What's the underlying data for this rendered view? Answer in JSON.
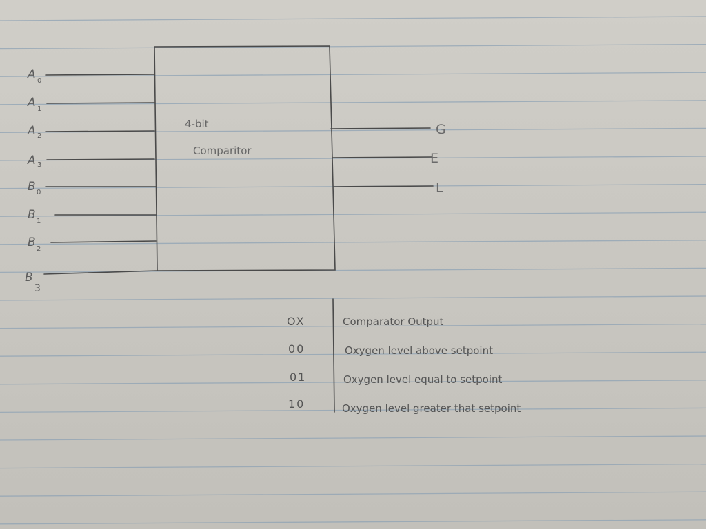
{
  "diagram": {
    "block_title": "4-bit",
    "block_subtitle": "Comparitor",
    "inputs": [
      {
        "letter": "A",
        "sub": "0"
      },
      {
        "letter": "A",
        "sub": "1"
      },
      {
        "letter": "A",
        "sub": "2"
      },
      {
        "letter": "A",
        "sub": "3"
      },
      {
        "letter": "B",
        "sub": "0"
      },
      {
        "letter": "B",
        "sub": "1"
      },
      {
        "letter": "B",
        "sub": "2"
      },
      {
        "letter": "B",
        "sub": "3"
      }
    ],
    "outputs": [
      "G",
      "E",
      "L"
    ]
  },
  "table": {
    "header_code": "OX",
    "header_desc": "Comparator Output",
    "rows": [
      {
        "code": "00",
        "desc": "Oxygen level above setpoint"
      },
      {
        "code": "01",
        "desc": "Oxygen level equal to setpoint"
      },
      {
        "code": "10",
        "desc": "Oxygen level greater that setpoint"
      }
    ]
  },
  "colors": {
    "paper": "#cbc9c3",
    "rule_line": "#8fa3b5",
    "pencil": "#4a4a4a"
  }
}
